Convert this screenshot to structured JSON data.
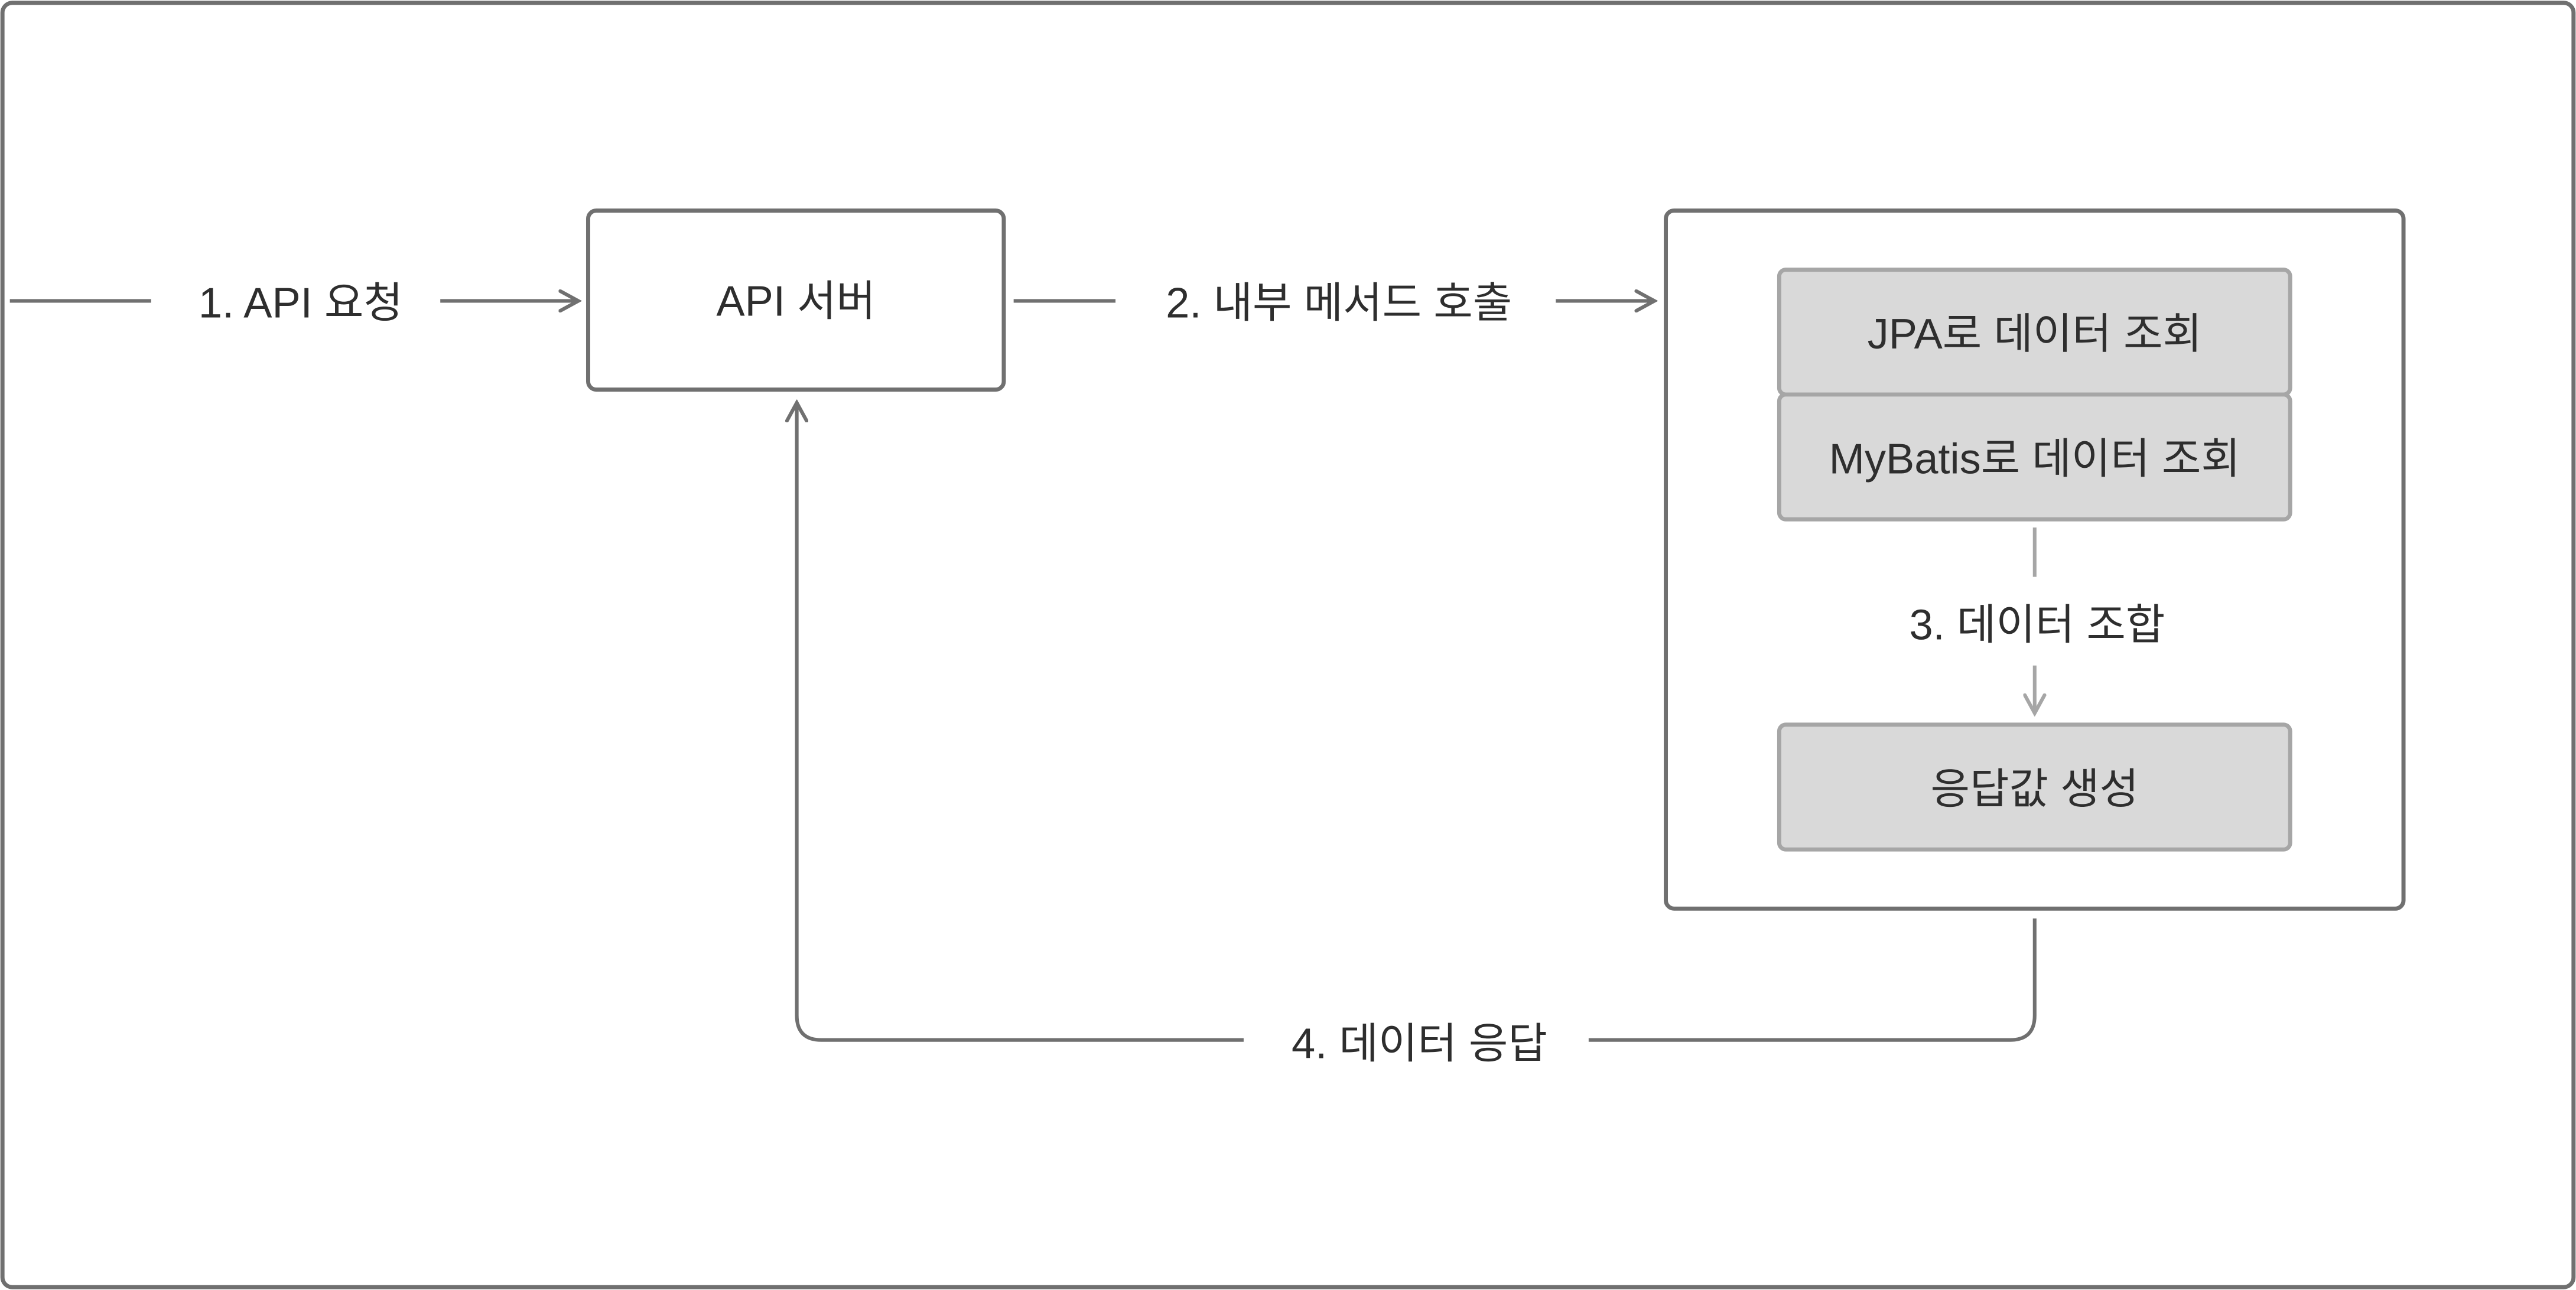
{
  "colors": {
    "line": "#707070",
    "inner_line": "#a6a6a6",
    "inner_fill": "#d9d9d9",
    "text": "#2e2e2e"
  },
  "nodes": {
    "api_server": "API 서버",
    "jpa_query": "JPA로 데이터 조회",
    "mybatis_query": "MyBatis로 데이터 조회",
    "response_build": "응답값 생성"
  },
  "edges": {
    "step1": "1. API 요청",
    "step2": "2. 내부 메서드 호출",
    "step3": "3. 데이터 조합",
    "step4": "4. 데이터 응답"
  }
}
